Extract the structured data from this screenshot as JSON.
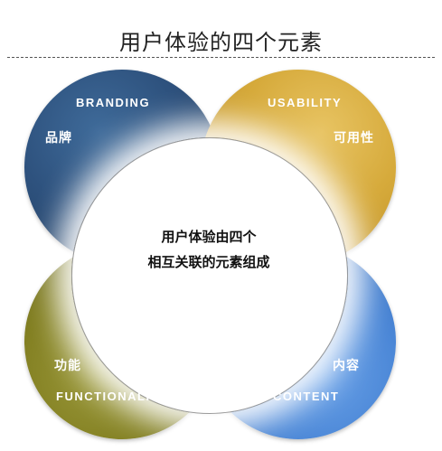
{
  "title": "用户体验的四个元素",
  "center": {
    "line1": "用户体验由四个",
    "line2": "相互关联的元素组成"
  },
  "elements": {
    "branding": {
      "en": "BRANDING",
      "cn": "品牌",
      "color": "#2e527e"
    },
    "usability": {
      "en": "USABILITY",
      "cn": "可用性",
      "color": "#d6aa3b"
    },
    "functionality": {
      "en": "FUNCTIONALITY",
      "cn": "功能",
      "color": "#838022"
    },
    "content": {
      "en": "CONTENT",
      "cn": "内容",
      "color": "#4a86d6"
    }
  }
}
